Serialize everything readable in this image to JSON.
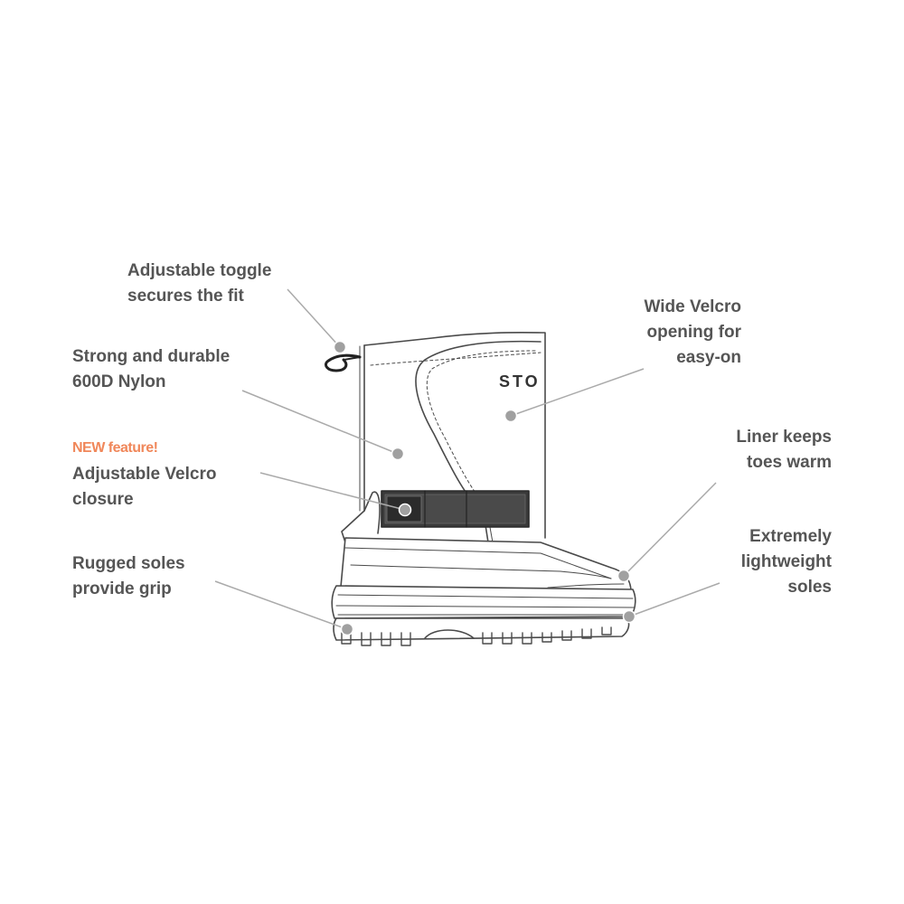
{
  "boot": {
    "brand_text": "STO"
  },
  "callouts": {
    "toggle": {
      "lines": [
        "Adjustable toggle",
        "secures the fit"
      ]
    },
    "nylon": {
      "lines": [
        "Strong and durable",
        "600D Nylon"
      ]
    },
    "new_badge": "NEW feature!",
    "strap": {
      "lines": [
        "Adjustable Velcro",
        "closure"
      ]
    },
    "soles": {
      "lines": [
        "Rugged soles",
        "provide grip"
      ]
    },
    "opening": {
      "lines": [
        "Wide Velcro",
        "opening for",
        "easy-on"
      ]
    },
    "liner": {
      "lines": [
        "Liner keeps",
        "toes warm"
      ]
    },
    "lightweight": {
      "lines": [
        "Extremely",
        "lightweight",
        "soles"
      ]
    }
  },
  "colors": {
    "text": "#555555",
    "badge": "#f0875a",
    "leader": "#aaaaaa",
    "dot": "#a0a0a0",
    "outline": "#4a4a4a"
  }
}
